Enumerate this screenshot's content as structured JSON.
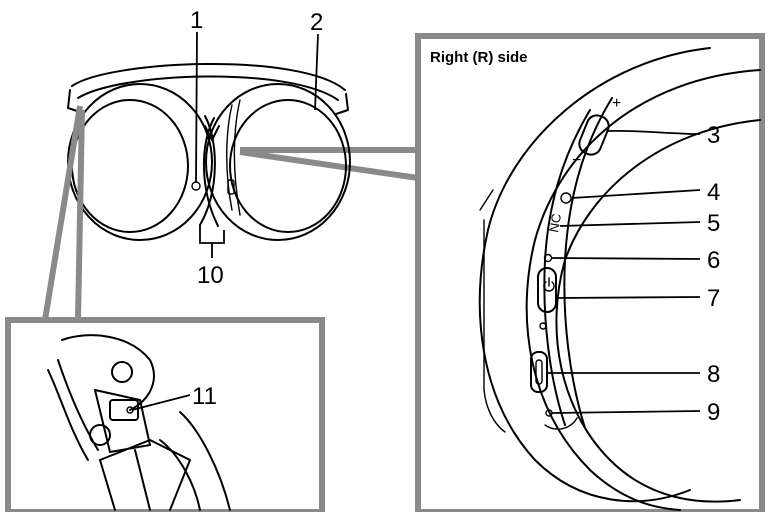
{
  "diagram": {
    "side_title": "Right (R) side",
    "callouts": {
      "c1": "1",
      "c2": "2",
      "c3": "3",
      "c4": "4",
      "c5": "5",
      "c6": "6",
      "c7": "7",
      "c8": "8",
      "c9": "9",
      "c10": "10",
      "c11": "11"
    },
    "panel_labels": {
      "nc": "NC",
      "plus": "+",
      "minus": "−"
    }
  }
}
